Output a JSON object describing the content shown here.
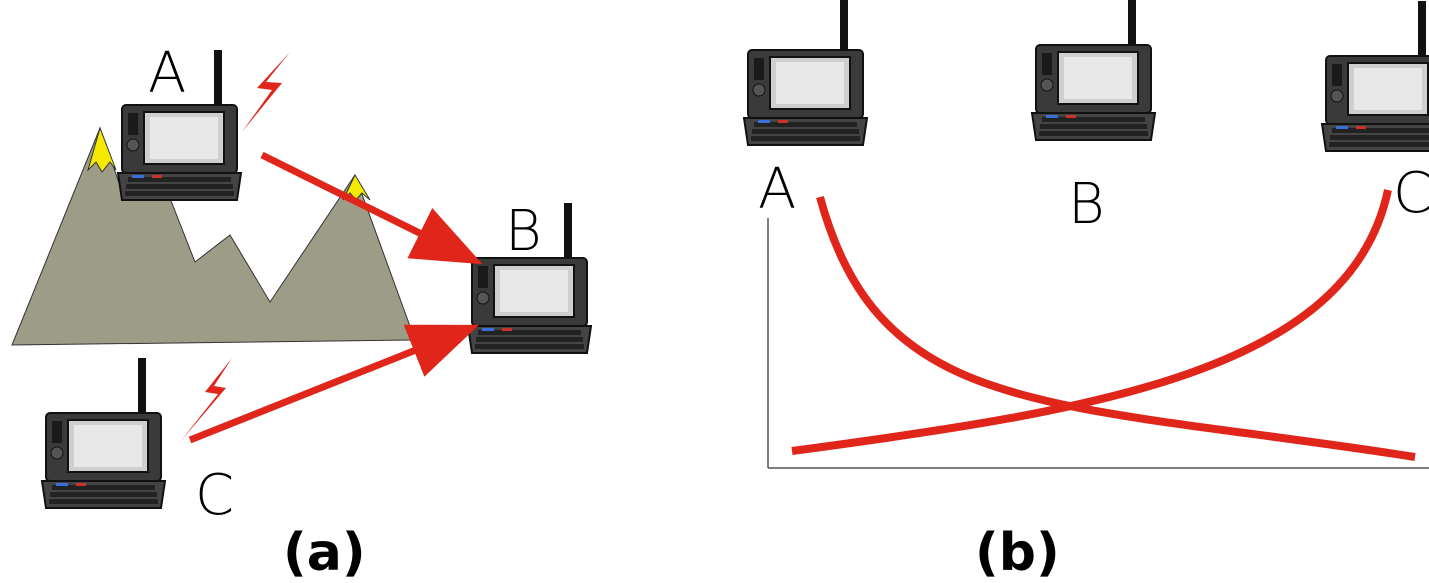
{
  "panel_a": {
    "caption": "(a)",
    "nodes": {
      "a": "A",
      "b": "B",
      "c": "C"
    }
  },
  "panel_b": {
    "caption": "(b)",
    "nodes": {
      "a": "A",
      "b": "B",
      "c": "C"
    }
  },
  "colors": {
    "signal": "#e0261b",
    "mountain": "#9c9c87",
    "snow": "#f5ea00",
    "laptop_body": "#3a3a3a",
    "screen": "#d8d8d8"
  }
}
